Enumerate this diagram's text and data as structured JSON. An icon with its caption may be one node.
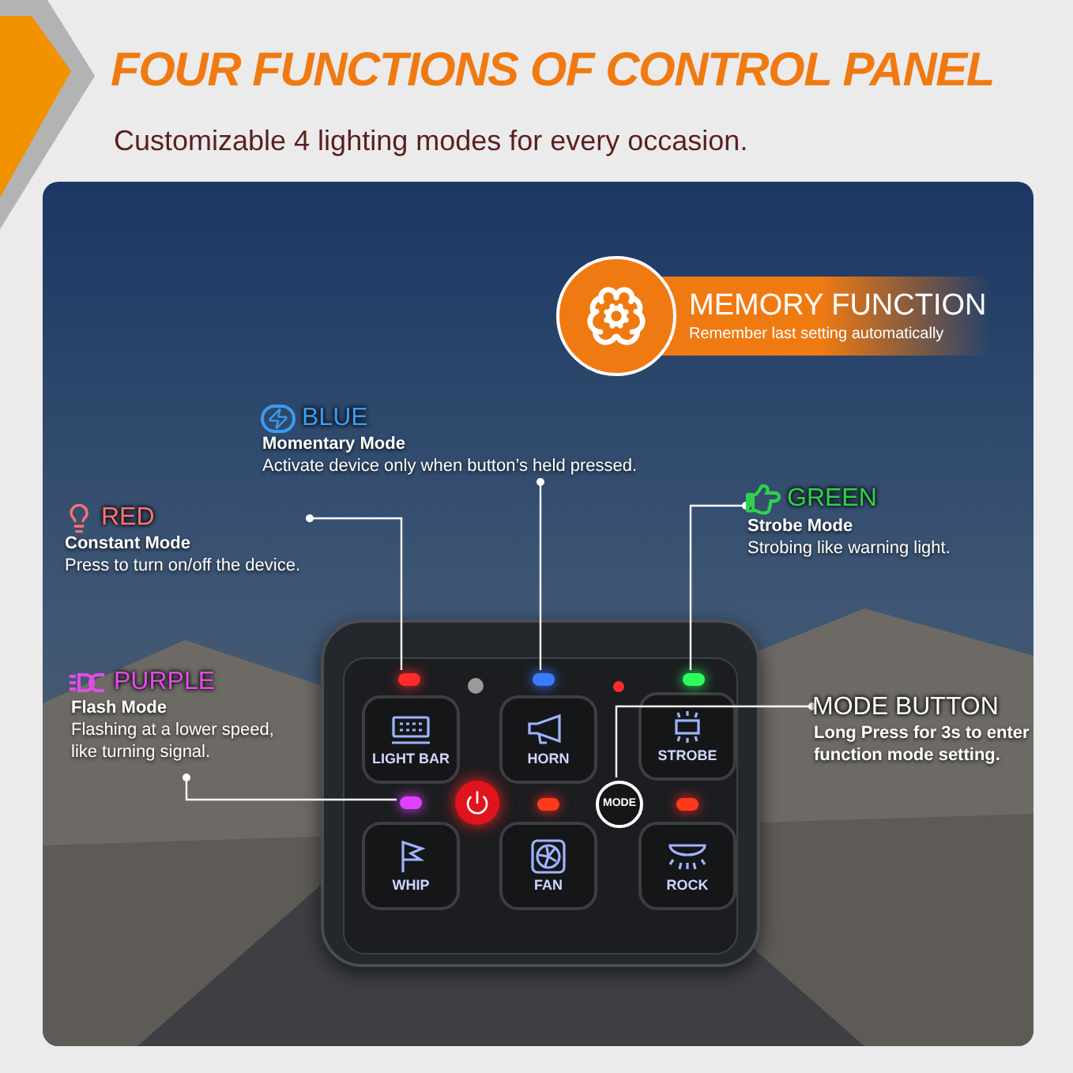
{
  "diagram": {
    "title": "FOUR FUNCTIONS OF CONTROL PANEL",
    "nodes": [
      {
        "text": [
          "MEMORY FUNCTION",
          "Remember last setting automatically"
        ]
      },
      {
        "text": [
          "BLUE",
          "Momentary Mode",
          "Activate device only when button’s held pressed."
        ]
      },
      {
        "text": [
          "RED",
          "Constant Mode",
          "Press to turn on/off the device."
        ]
      },
      {
        "text": [
          "GREEN",
          "Strobe Mode",
          "Strobing like warning light."
        ]
      },
      {
        "text": [
          "PURPLE",
          "Flash Mode",
          "Flashing at a lower speed, like turning signal."
        ]
      },
      {
        "text": [
          "MODE BUTTON",
          "Long Press for 3s to enter function mode setting."
        ]
      },
      {
        "text": [],
        "shape": "box"
      },
      {
        "text": [
          "LIGHT BAR"
        ],
        "in": 6
      },
      {
        "text": [
          "HORN"
        ],
        "in": 6
      },
      {
        "text": [
          "STROBE"
        ],
        "in": 6
      },
      {
        "text": [
          "WHIP"
        ],
        "in": 6
      },
      {
        "text": [
          "FAN"
        ],
        "in": 6
      },
      {
        "text": [
          "ROCK"
        ],
        "in": 6
      },
      {
        "text": [
          "MODE"
        ],
        "in": 6
      },
      {
        "text": [],
        "shape": "circle",
        "in": 6
      },
      {
        "text": [],
        "shape": "circle",
        "in": 6
      },
      {
        "text": [],
        "shape": "circle",
        "in": 6
      },
      {
        "text": [],
        "shape": "circle",
        "in": 6
      },
      {
        "text": [],
        "shape": "circle",
        "in": 6
      }
    ],
    "edges": [
      {
        "from": 2,
        "to": 15,
        "arrow": "other"
      },
      {
        "from": 1,
        "to": 16,
        "arrow": "other"
      },
      {
        "from": 3,
        "to": 17,
        "arrow": "other"
      },
      {
        "from": 4,
        "to": 18,
        "arrow": "other"
      },
      {
        "from": 5,
        "to": 13,
        "arrow": "other"
      }
    ],
    "labels": [
      "Customizable 4 lighting modes for every occasion."
    ]
  }
}
